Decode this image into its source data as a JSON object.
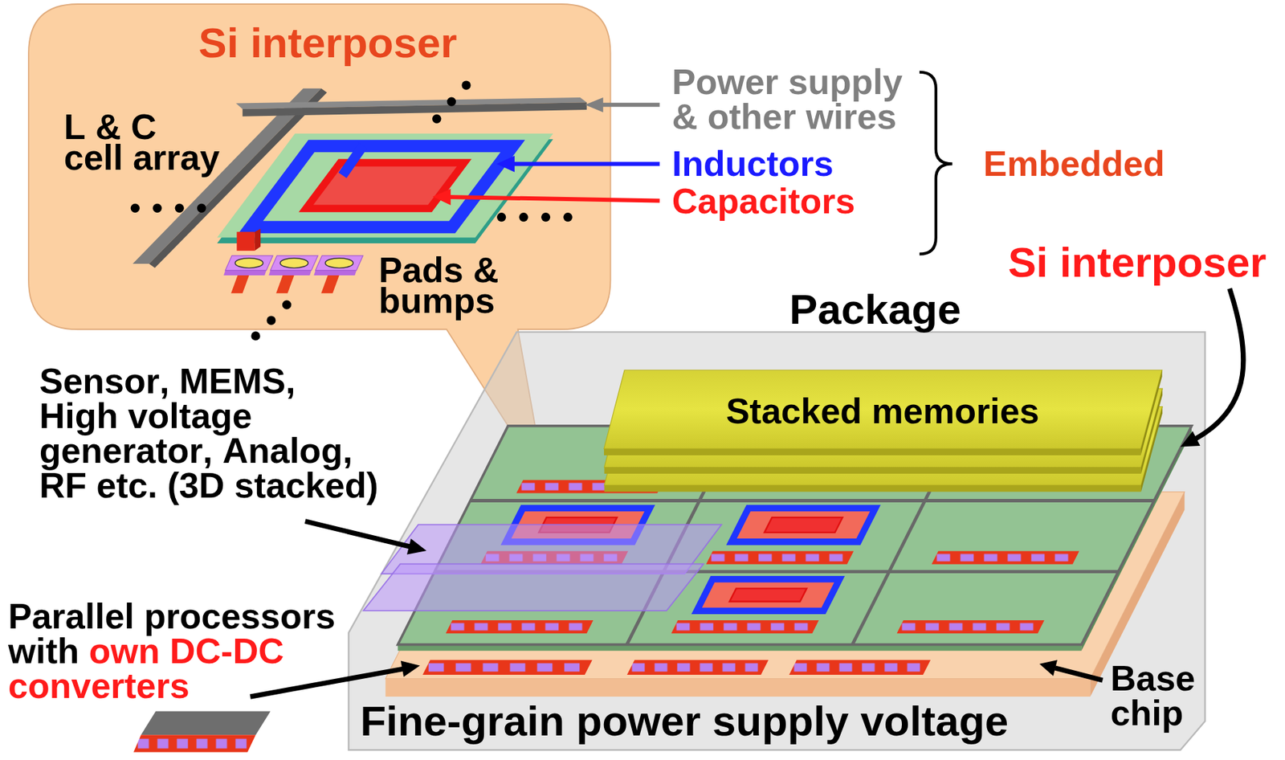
{
  "diagram": {
    "nodes": [
      {
        "text": [
          "Si interposer",
          "L & C cell array",
          "Pads & bumps"
        ]
      },
      {
        "text": [
          "Package",
          "Fine-grain power supply voltage"
        ]
      },
      {
        "text": [
          "Stacked memories"
        ],
        "in": 1
      }
    ],
    "labels": [
      "Power supply & other wires",
      "Inductors",
      "Capacitors",
      "Embedded",
      "Si interposer",
      "Sensor, MEMS, High voltage generator, Analog, RF etc. (3D stacked)",
      "Parallel processors with",
      "own DC-DC converters",
      "Base chip"
    ]
  }
}
